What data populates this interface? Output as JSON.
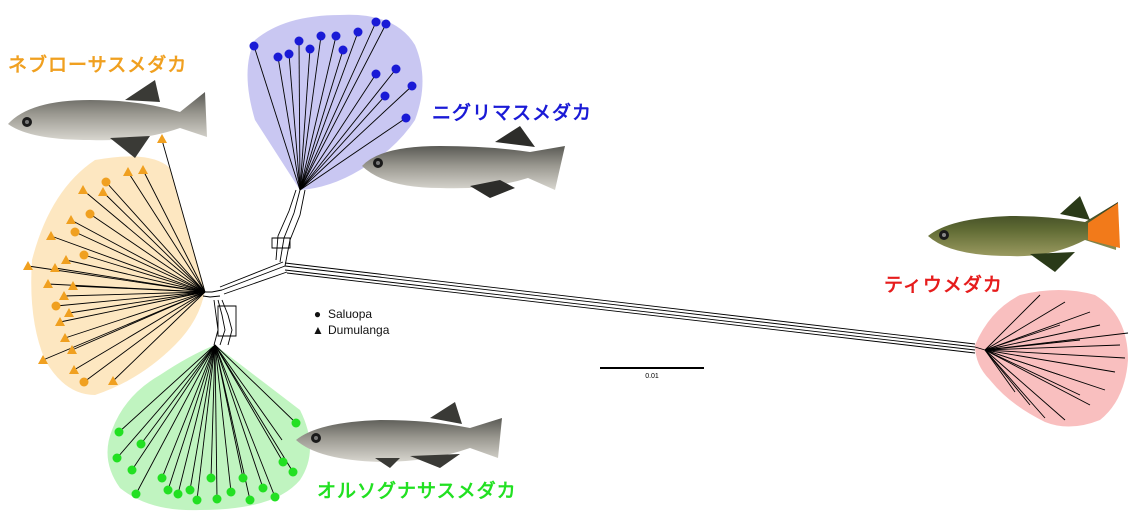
{
  "clades": [
    {
      "id": "neburo",
      "label": "ネブローサスメダカ",
      "color": "#f0a020",
      "marker": "mixed"
    },
    {
      "id": "nigri",
      "label": "ニグリマスメダカ",
      "color": "#1a1ad6",
      "marker": "circle"
    },
    {
      "id": "oryso",
      "label": "オルソグナサスメダカ",
      "color": "#22e022",
      "marker": "circle"
    },
    {
      "id": "tiwu",
      "label": "ティウメダカ",
      "color": "#e61c1c",
      "marker": "none"
    }
  ],
  "legend": [
    {
      "symbol": "●",
      "label": "Saluopa"
    },
    {
      "symbol": "▲",
      "label": "Dumulanga"
    }
  ],
  "scale": {
    "label": "0.01",
    "value": 0.01
  }
}
